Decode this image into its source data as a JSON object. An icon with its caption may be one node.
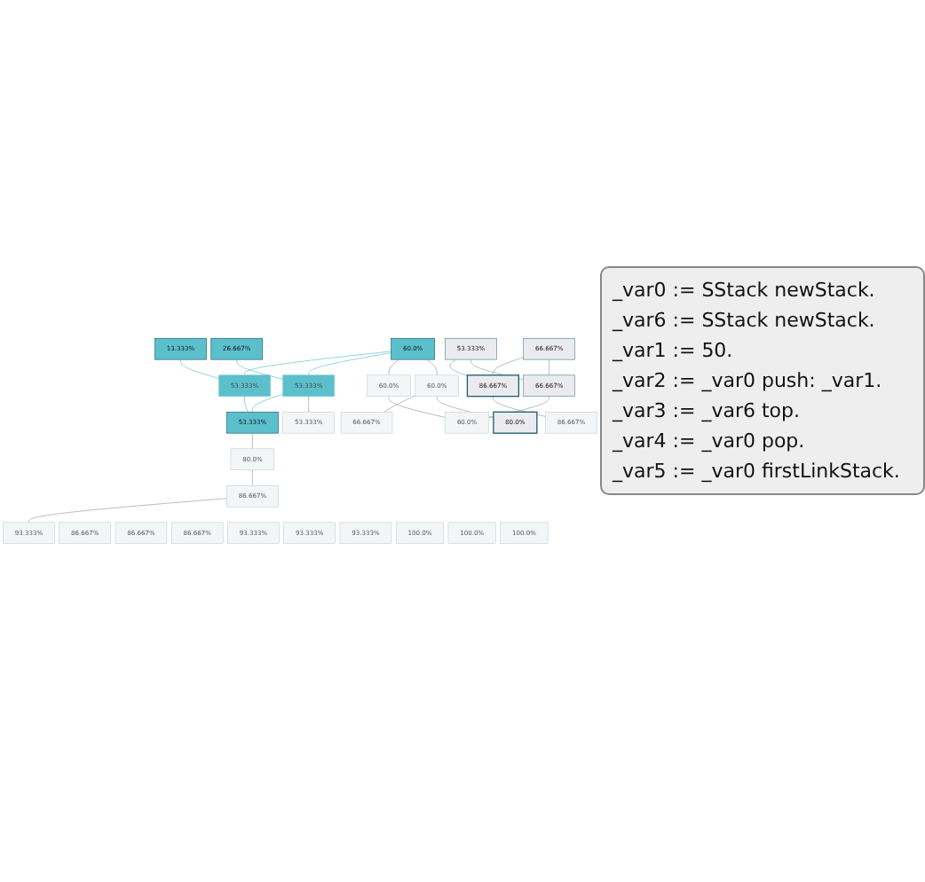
{
  "diagram": {
    "nodes": [
      {
        "text": [
          "13.333%"
        ]
      },
      {
        "text": [
          "26.667%"
        ]
      },
      {
        "text": [
          "53.333%"
        ]
      },
      {
        "text": [
          "66.667%"
        ]
      },
      {
        "text": [
          "60.0%"
        ]
      },
      {
        "text": [
          "53.333%"
        ]
      },
      {
        "text": [
          "86.667%"
        ]
      },
      {
        "text": [
          "53.333%"
        ]
      },
      {
        "text": [
          "60.0%"
        ]
      },
      {
        "text": [
          "66.667%"
        ]
      },
      {
        "text": [
          "60.0%"
        ]
      },
      {
        "text": [
          "53.333%"
        ]
      },
      {
        "text": [
          "60.0%"
        ]
      },
      {
        "text": [
          "66.667%"
        ]
      },
      {
        "text": [
          "53.333%"
        ]
      },
      {
        "text": [
          "80.0%"
        ]
      },
      {
        "text": [
          "86.667%"
        ]
      },
      {
        "text": [
          "80.0%"
        ]
      },
      {
        "text": [
          "86.667%"
        ]
      },
      {
        "text": [
          "86.667%"
        ]
      },
      {
        "text": [
          "86.667%"
        ]
      },
      {
        "text": [
          "86.667%"
        ]
      },
      {
        "text": [
          "93.333%"
        ]
      },
      {
        "text": [
          "93.333%"
        ]
      },
      {
        "text": [
          "93.333%"
        ]
      },
      {
        "text": [
          "93.333%"
        ]
      },
      {
        "text": [
          "100.0%"
        ]
      },
      {
        "text": [
          "100.0%"
        ]
      },
      {
        "text": [
          "100.0%"
        ]
      }
    ],
    "edges": [
      {
        "from": 0,
        "to": 5,
        "arrow": "none",
        "color": "#5bc0cc"
      },
      {
        "from": 1,
        "to": 7,
        "arrow": "none",
        "color": "#5bc0cc"
      },
      {
        "from": 2,
        "to": 6,
        "arrow": "none"
      },
      {
        "from": 2,
        "to": 9,
        "arrow": "none"
      },
      {
        "from": 3,
        "to": 6,
        "arrow": "none"
      },
      {
        "from": 3,
        "to": 9,
        "arrow": "none"
      },
      {
        "from": 4,
        "to": 5,
        "arrow": "none",
        "color": "#5bc0cc"
      },
      {
        "from": 4,
        "to": 7,
        "arrow": "none",
        "color": "#5bc0cc"
      },
      {
        "from": 4,
        "to": 8,
        "arrow": "none"
      },
      {
        "from": 4,
        "to": 10,
        "arrow": "none"
      },
      {
        "from": 5,
        "to": 11,
        "arrow": "none",
        "color": "#5bc0cc"
      },
      {
        "from": 7,
        "to": 11,
        "arrow": "none",
        "color": "#5bc0cc"
      },
      {
        "from": 7,
        "to": 14,
        "arrow": "none"
      },
      {
        "from": 8,
        "to": 12,
        "arrow": "none"
      },
      {
        "from": 6,
        "to": 16,
        "arrow": "none"
      },
      {
        "from": 9,
        "to": 12,
        "arrow": "none"
      },
      {
        "from": 10,
        "to": 13,
        "arrow": "none"
      },
      {
        "from": 10,
        "to": 15,
        "arrow": "none"
      },
      {
        "from": 11,
        "to": 17,
        "arrow": "none"
      },
      {
        "from": 17,
        "to": 18,
        "arrow": "none"
      },
      {
        "from": 18,
        "to": 22,
        "arrow": "none"
      }
    ],
    "labels": [
      "_var0 := SStack newStack.",
      "_var6 := SStack newStack.",
      "_var1 := 50.",
      "_var2 := _var0 push: _var1.",
      "_var3 := _var6 top.",
      "_var4 := _var0 pop.",
      "_var5 := _var0 firstLinkStack."
    ]
  }
}
